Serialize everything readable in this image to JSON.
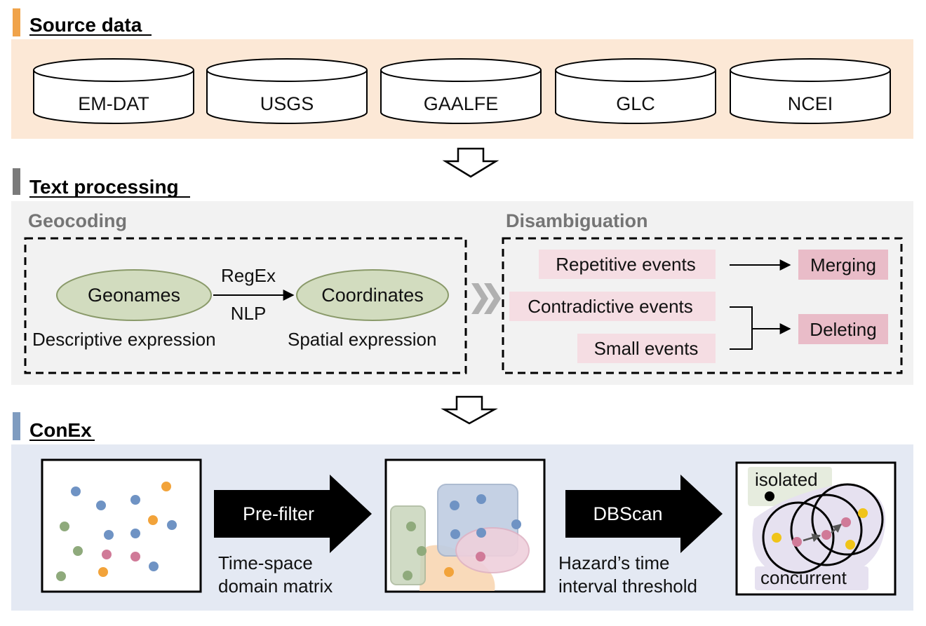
{
  "colors": {
    "source_bg": "#fce8d6",
    "source_accent": "#f0a34a",
    "text_bg": "#f2f2f2",
    "text_accent": "#7a7a7a",
    "conex_bg": "#e4e9f3",
    "conex_accent": "#7f9cc0",
    "ellipse_fill": "#d2dcbf",
    "ellipse_stroke": "#8a9a6a",
    "event_label_bg": "#f5dde3",
    "action_label_bg": "#e9bcc8",
    "dot_blue": "#6f93c4",
    "dot_orange": "#f2a33a",
    "dot_green": "#8faa7c",
    "dot_pink": "#d07a98",
    "dot_yellow": "#f0c419"
  },
  "sections": {
    "source": {
      "title": "Source data",
      "databases": [
        "EM-DAT",
        "USGS",
        "GAALFE",
        "GLC",
        "NCEI"
      ]
    },
    "text_processing": {
      "title": "Text processing",
      "geocoding": {
        "title": "Geocoding",
        "input_node": "Geonames",
        "output_node": "Coordinates",
        "method_top": "RegEx",
        "method_bottom": "NLP",
        "input_caption": "Descriptive expression",
        "output_caption": "Spatial expression"
      },
      "disambiguation": {
        "title": "Disambiguation",
        "events": [
          "Repetitive events",
          "Contradictive events",
          "Small events"
        ],
        "actions": [
          "Merging",
          "Deleting"
        ]
      }
    },
    "conex": {
      "title": "ConEx",
      "step1": {
        "arrow_label": "Pre-filter",
        "caption_line1": "Time-space",
        "caption_line2": "domain matrix"
      },
      "step2": {
        "arrow_label": "DBScan",
        "caption_line1": "Hazard’s time",
        "caption_line2": "interval threshold"
      },
      "result_labels": {
        "isolated": "isolated",
        "concurrent": "concurrent"
      }
    }
  }
}
